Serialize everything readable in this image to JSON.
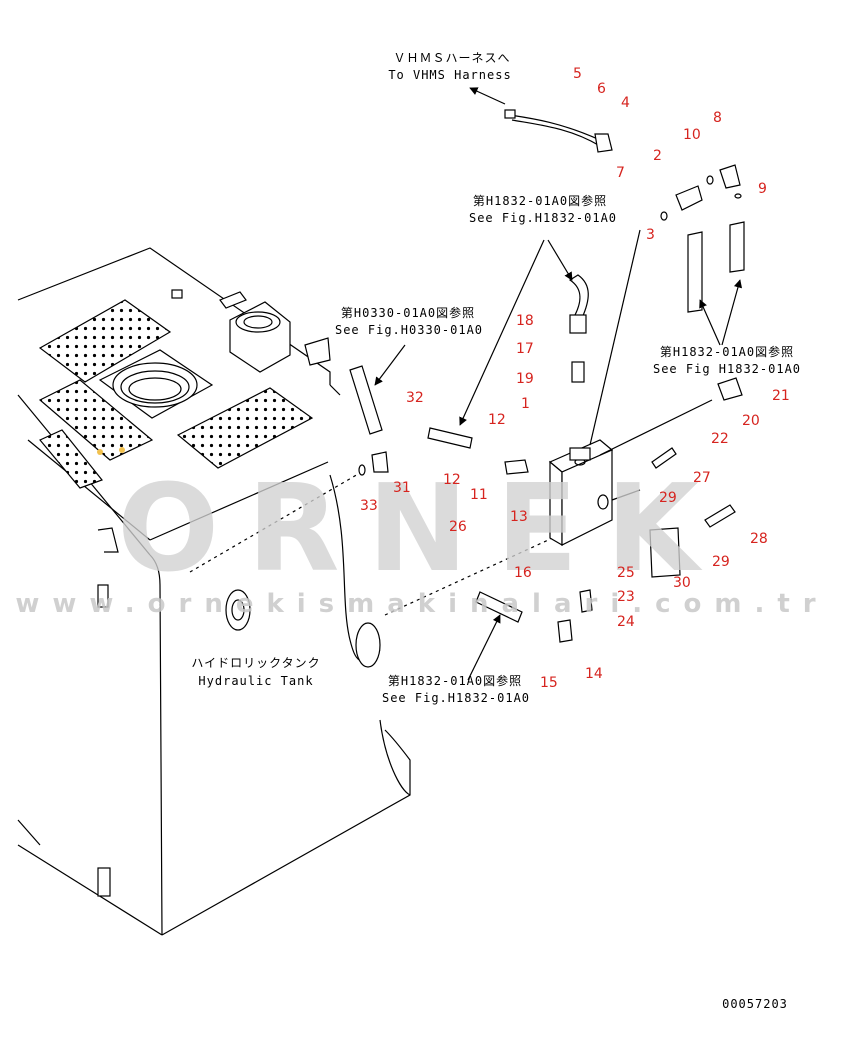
{
  "colors": {
    "callout": "#d6241f",
    "line": "#000000",
    "watermark": "#d2d2d2",
    "dot_accent": "#f2c14e"
  },
  "watermark": {
    "brand": "ORNEK",
    "url": "www.ornekismakinalari.com.tr"
  },
  "references": {
    "vhms_jp": "ＶＨＭＳハーネスへ",
    "vhms_en": "To VHMS Harness",
    "h1832_top_jp": "第H1832-01A0図参照",
    "h1832_top_en": "See Fig.H1832-01A0",
    "h0330_jp": "第H0330-01A0図参照",
    "h0330_en": "See Fig.H0330-01A0",
    "h1832_right_jp": "第H1832-01A0図参照",
    "h1832_right_en": "See Fig H1832-01A0",
    "h1832_bottom_jp": "第H1832-01A0図参照",
    "h1832_bottom_en": "See Fig.H1832-01A0",
    "tank_jp": "ハイドロリックタンク",
    "tank_en": "Hydraulic Tank"
  },
  "drawing_number": "00057203",
  "callouts": [
    "1",
    "2",
    "3",
    "4",
    "5",
    "6",
    "7",
    "8",
    "9",
    "10",
    "11",
    "12",
    "12",
    "13",
    "14",
    "15",
    "16",
    "17",
    "18",
    "19",
    "20",
    "21",
    "22",
    "23",
    "24",
    "25",
    "26",
    "27",
    "28",
    "29",
    "29",
    "30",
    "31",
    "32",
    "33"
  ]
}
